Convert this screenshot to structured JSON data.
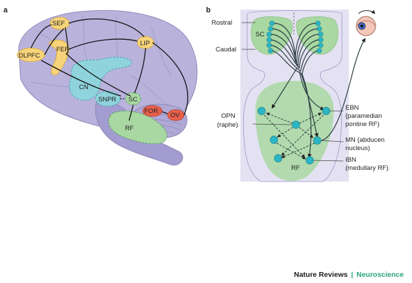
{
  "panel_a": {
    "letter": "a",
    "labels": {
      "sef": "SEF",
      "lip": "LIP",
      "fef": "FEF",
      "dlpfc": "DLPFC",
      "cn": "CN",
      "snpr": "SNPR",
      "sc": "SC",
      "for": "FOR",
      "ov": "OV",
      "rf": "RF"
    }
  },
  "panel_b": {
    "letter": "b",
    "labels": {
      "rostral": "Rostral",
      "caudal": "Caudal",
      "sc": "SC",
      "opn_line1": "OPN",
      "opn_line2": "(raphe)",
      "ebn_line1": "EBN",
      "ebn_line2": "(paramedian",
      "ebn_line3": "pontine RF)",
      "mn_line1": "MN (abducen",
      "mn_line2": "nucleus)",
      "ibn_line1": "IBN",
      "ibn_line2": "(medullary RF)",
      "rf": "RF"
    }
  },
  "footer": {
    "journal": "Nature Reviews",
    "separator": "|",
    "field": "Neuroscience"
  },
  "colors": {
    "brain": "#b9b3dc",
    "brain_edge": "#8c86b8",
    "yellow_area": "#f7d37a",
    "cyan_area": "#8fd3dc",
    "green_area": "#a9d8a2",
    "red_area": "#e8604c",
    "node_cyan": "#2bb6c4"
  }
}
